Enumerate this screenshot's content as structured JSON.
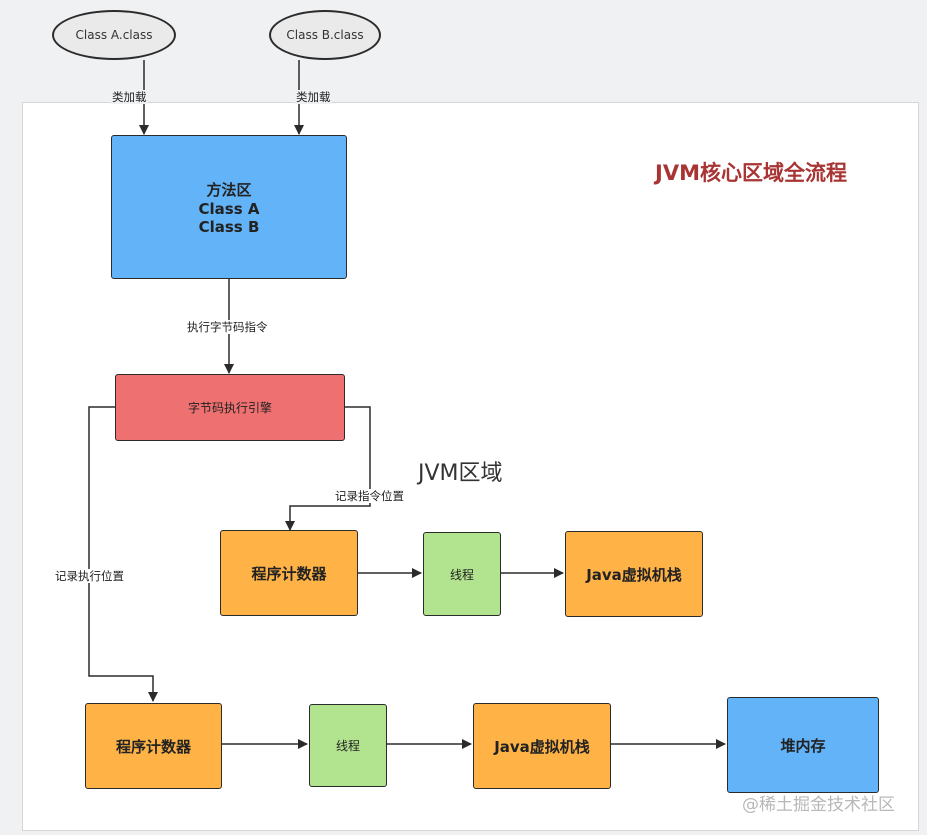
{
  "nodes": {
    "class_a": "Class A.class",
    "class_b": "Class B.class",
    "method_area": {
      "title": "方法区",
      "line1": "Class A",
      "line2": "Class B"
    },
    "engine": "字节码执行引擎",
    "pc_top": "程序计数器",
    "thread_top": "线程",
    "stack_top": "Java虚拟机栈",
    "pc_bottom": "程序计数器",
    "thread_bottom": "线程",
    "stack_bottom": "Java虚拟机栈",
    "heap": "堆内存"
  },
  "edges": {
    "load_a": "类加载",
    "load_b": "类加载",
    "execute": "执行字节码指令",
    "record_instr": "记录指令位置",
    "record_exec": "记录执行位置"
  },
  "titles": {
    "main": "JVM核心区域全流程",
    "region": "JVM区域"
  },
  "watermark": "@稀土掘金技术社区",
  "colors": {
    "blue": "#62b3f7",
    "red": "#ee7070",
    "orange": "#ffb347",
    "green": "#b2e48f",
    "title_red": "#a83434"
  }
}
